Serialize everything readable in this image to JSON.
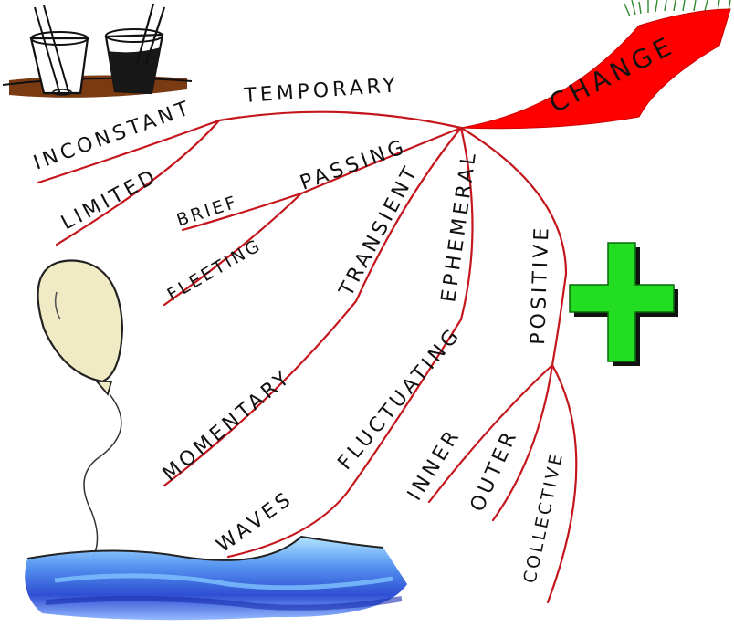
{
  "central": {
    "label": "CHANGE",
    "color": "#ff0000"
  },
  "branches": {
    "temporary": "TEMPORARY",
    "inconstant": "INCONSTANT",
    "limited": "LIMITED",
    "passing": "PASSING",
    "brief": "BRIEF",
    "fleeting": "FLEETING",
    "transient": "TRANSIENT",
    "momentary": "MOMENTARY",
    "ephemeral": "EPHEMERAL",
    "fluctuating": "FLUCTUATING",
    "waves": "WAVES",
    "positive": "POSITIVE",
    "inner": "INNER",
    "outer": "OUTER",
    "collective": "COLLECTIVE"
  },
  "icons": {
    "glasses": "two-drinking-glasses-icon",
    "balloon": "balloon-icon",
    "plus": "plus-icon",
    "water": "water-waves-icon",
    "grass": "grass-icon"
  },
  "colors": {
    "branch": "#c4161c",
    "plus": "#22dd22",
    "balloon": "#f0ebc4",
    "water": "#2a55d8",
    "table": "#8b4513"
  }
}
